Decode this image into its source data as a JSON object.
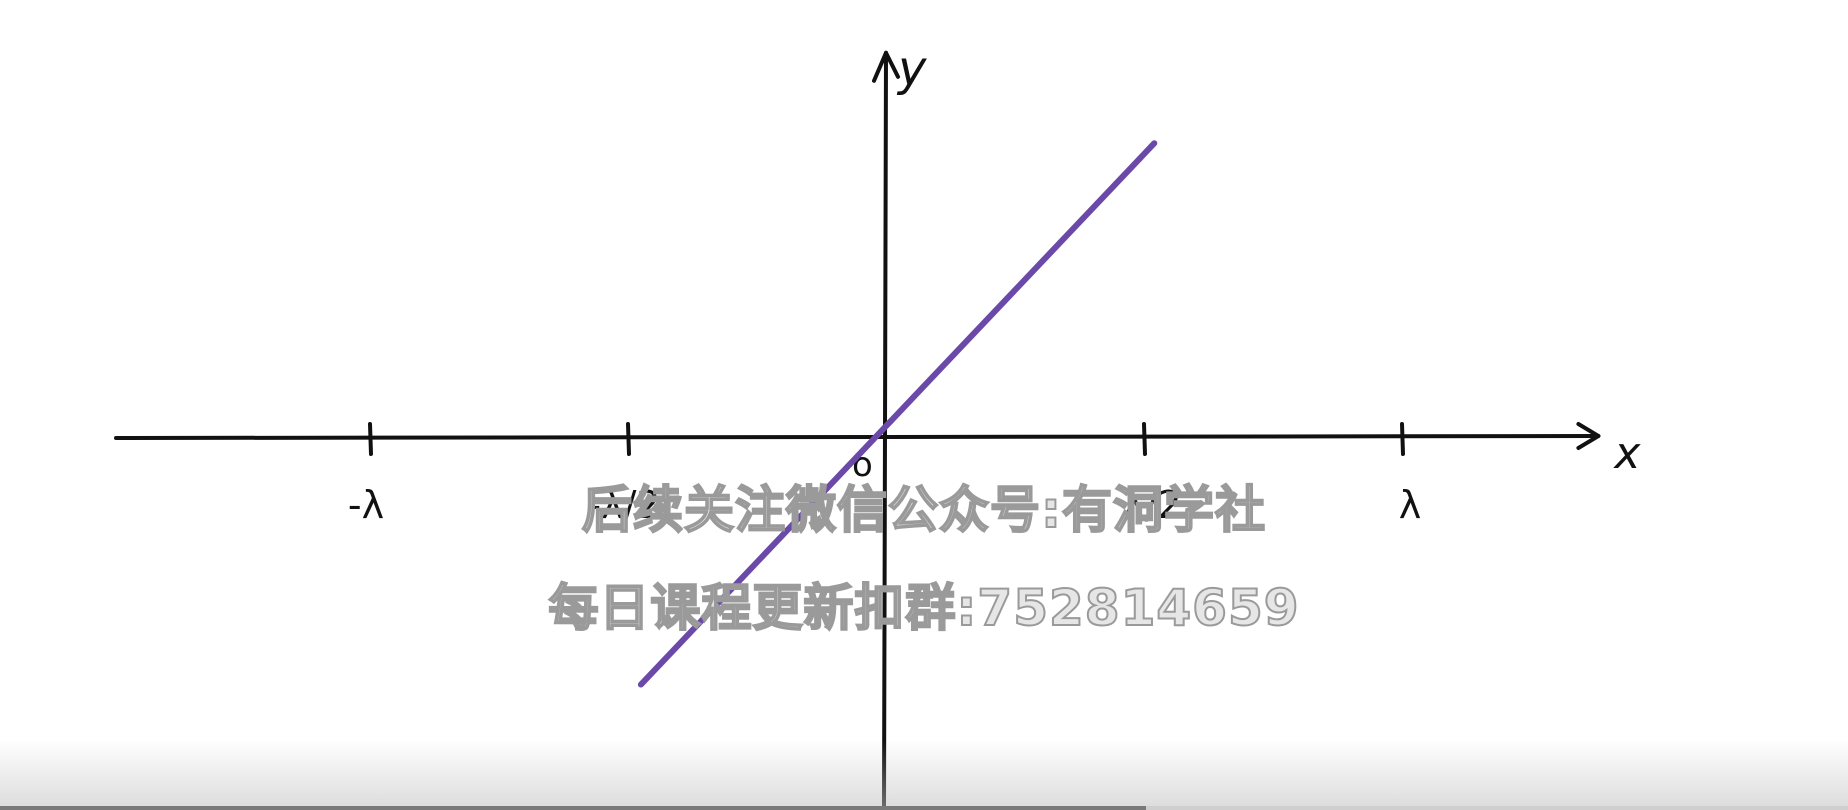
{
  "chart_data": {
    "type": "line",
    "x_axis_label": "x",
    "y_axis_label": "y",
    "origin_label": "o",
    "xlim": [
      -3.0,
      2.8
    ],
    "ylim": [
      -1.4,
      1.4
    ],
    "x_ticks": [
      {
        "value": -2,
        "label": "-λ"
      },
      {
        "value": -1,
        "label": "-λ/2"
      },
      {
        "value": 1,
        "label": "λ/2"
      },
      {
        "value": 2,
        "label": "λ"
      }
    ],
    "series": [
      {
        "color": "#6a49a8",
        "x": [
          -0.95,
          1.04
        ],
        "y": [
          -0.92,
          1.1
        ]
      }
    ],
    "grid": false,
    "legend": "none"
  },
  "watermark": {
    "line1": "后续关注微信公众号:有洞学社",
    "line2": "每日课程更新扣群:752814659"
  },
  "video_progress": 0.62
}
